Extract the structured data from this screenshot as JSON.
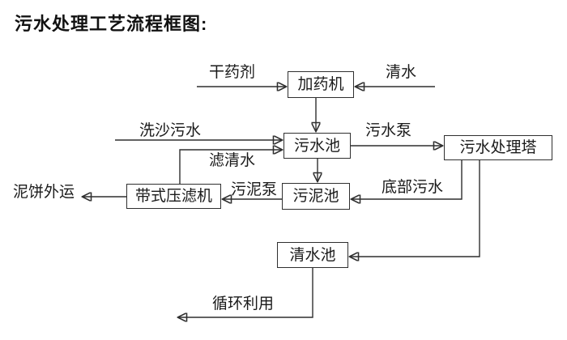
{
  "title": "污水处理工艺流程框图:",
  "colors": {
    "background": "#ffffff",
    "line": "#2f2f2f",
    "text": "#1a1a1a"
  },
  "diagram": {
    "nodes": [
      {
        "id": "dosing-machine",
        "label": "加药机"
      },
      {
        "id": "sewage-pool",
        "label": "污水池"
      },
      {
        "id": "sewage-treatment-tower",
        "label": "污水处理塔"
      },
      {
        "id": "sludge-pool",
        "label": "污泥池"
      },
      {
        "id": "belt-filter-press",
        "label": "带式压滤机"
      },
      {
        "id": "clean-water-pool",
        "label": "清水池"
      }
    ],
    "flow_labels": [
      {
        "id": "dry-chemical",
        "label": "干药剂"
      },
      {
        "id": "clean-water",
        "label": "清水"
      },
      {
        "id": "sand-washing-sewage",
        "label": "洗沙污水"
      },
      {
        "id": "filtered-water",
        "label": "滤清水"
      },
      {
        "id": "sewage-pump",
        "label": "污水泵"
      },
      {
        "id": "bottom-sewage",
        "label": "底部污水"
      },
      {
        "id": "sludge-pump",
        "label": "污泥泵"
      },
      {
        "id": "mud-cake-transport",
        "label": "泥饼外运"
      },
      {
        "id": "recycle-use",
        "label": "循环利用"
      }
    ]
  }
}
